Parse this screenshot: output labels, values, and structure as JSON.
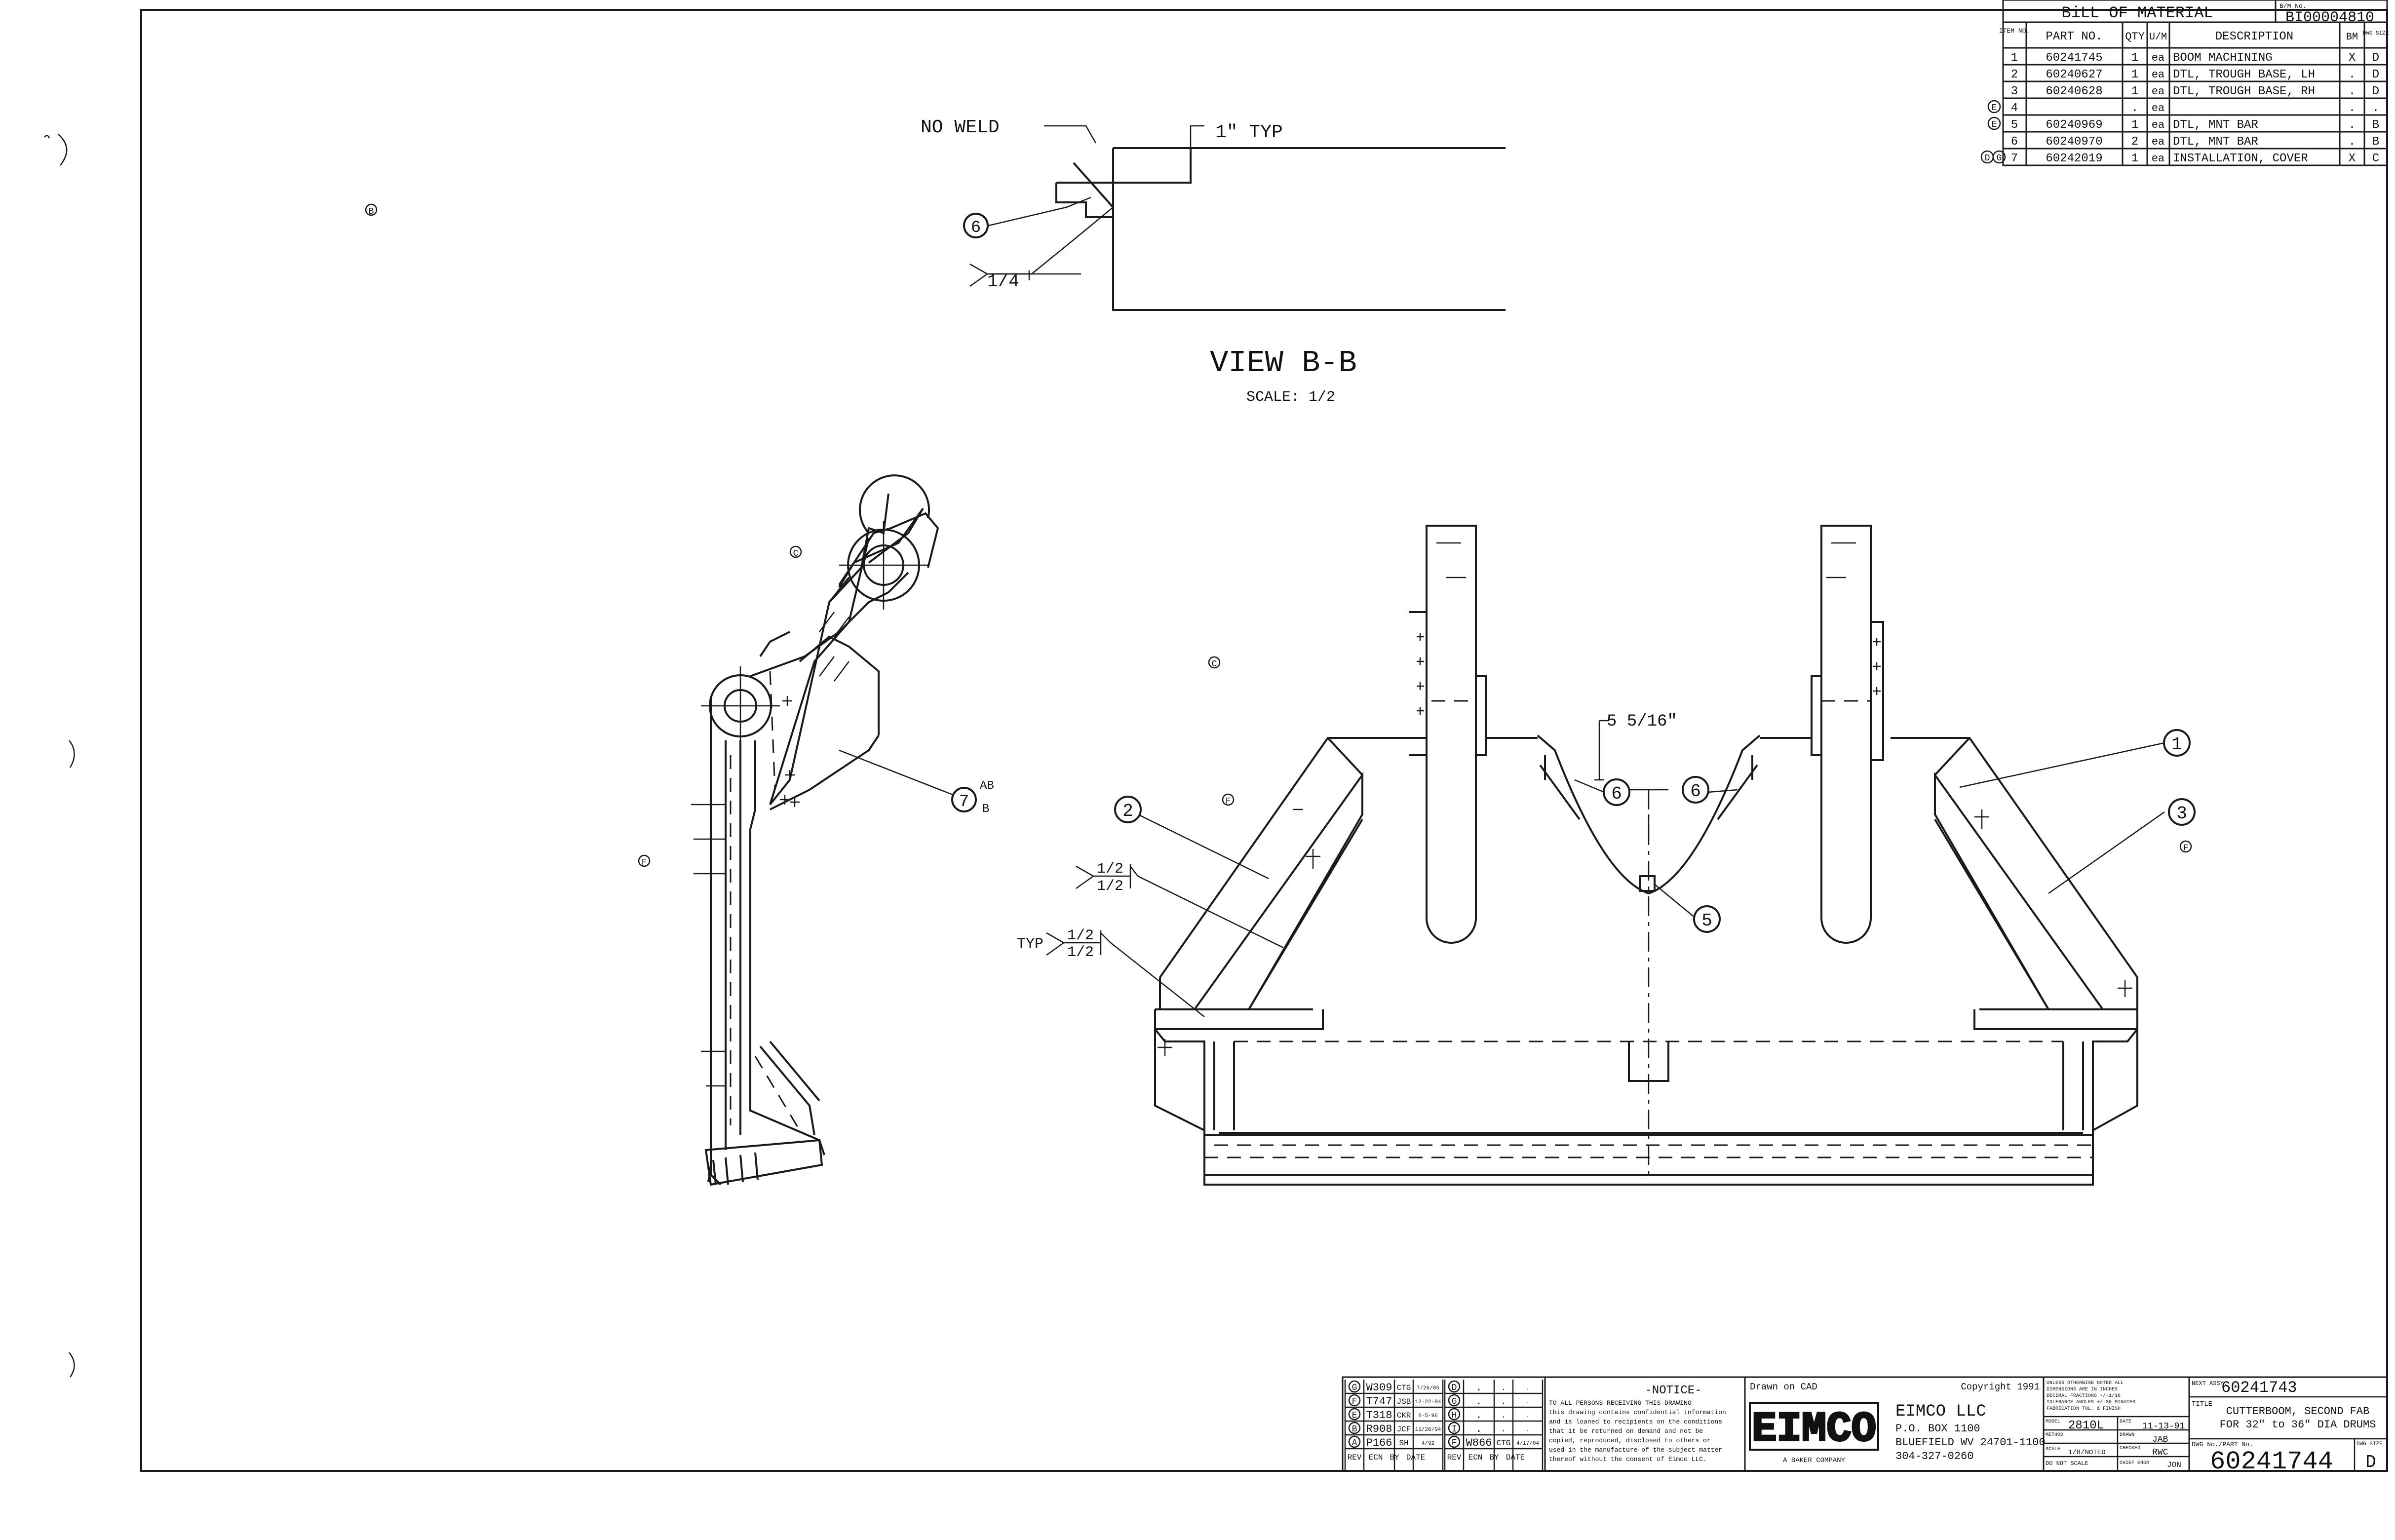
{
  "view": {
    "title": "VIEW B-B",
    "scale": "SCALE: 1/2",
    "no_weld": "NO WELD",
    "typ_1in": "1\" TYP",
    "fillet": "1/4",
    "bubble_6": "6"
  },
  "callouts": {
    "dim_5_5_16": "5 5/16\"",
    "b1": "1",
    "b2": "2",
    "b3": "3",
    "b5": "5",
    "b6": "6",
    "b7": "7",
    "weld_a_top": "1/2",
    "weld_a_bot": "1/2",
    "weld_b_top": "1/2",
    "weld_b_bot": "1/2",
    "typ": "TYP"
  },
  "rev_letters": {
    "r1": "B",
    "r2": "C",
    "r3": "C",
    "r4": "F",
    "r5": "F",
    "r6": "AB",
    "r7": "D"
  },
  "bom": {
    "title": "BiLL OF MATERIAL",
    "bm_label": "B/M No.",
    "bm_no": "BI00004810",
    "headers": [
      "ITEM NO.",
      "PART NO.",
      "QTY",
      "U/M",
      "DESCRIPTION",
      "BM",
      "DWG SIZE"
    ],
    "rows": [
      {
        "rev": "",
        "item": "1",
        "part": "60241745",
        "qty": "1",
        "um": "ea",
        "desc": "BOOM MACHINING",
        "bm": "X",
        "size": "D"
      },
      {
        "rev": "",
        "item": "2",
        "part": "60240627",
        "qty": "1",
        "um": "ea",
        "desc": "DTL, TROUGH BASE, LH",
        "bm": ".",
        "size": "D"
      },
      {
        "rev": "",
        "item": "3",
        "part": "60240628",
        "qty": "1",
        "um": "ea",
        "desc": "DTL, TROUGH BASE, RH",
        "bm": ".",
        "size": "D"
      },
      {
        "rev": "E",
        "item": "4",
        "part": "",
        "qty": ".",
        "um": "ea",
        "desc": "",
        "bm": ".",
        "size": "."
      },
      {
        "rev": "E",
        "item": "5",
        "part": "60240969",
        "qty": "1",
        "um": "ea",
        "desc": "DTL, MNT BAR",
        "bm": ".",
        "size": "B"
      },
      {
        "rev": "",
        "item": "6",
        "part": "60240970",
        "qty": "2",
        "um": "ea",
        "desc": "DTL, MNT BAR",
        "bm": ".",
        "size": "B"
      },
      {
        "rev": "DG",
        "item": "7",
        "part": "60242019",
        "qty": "1",
        "um": "ea",
        "desc": "INSTALLATION, COVER",
        "bm": "X",
        "size": "C"
      }
    ]
  },
  "revisions": {
    "left": [
      {
        "rev": "G",
        "ecn": "W309",
        "by": "CTG",
        "date": "7/26/05"
      },
      {
        "rev": "F",
        "ecn": "T747",
        "by": "JSB",
        "date": "12-22-94"
      },
      {
        "rev": "E",
        "ecn": "T318",
        "by": "CKR",
        "date": "8-5-96"
      },
      {
        "rev": "B",
        "ecn": "R908",
        "by": "JCF",
        "date": "11/20/94"
      },
      {
        "rev": "A",
        "ecn": "P166",
        "by": "SH",
        "date": "4/92"
      }
    ],
    "right": [
      {
        "rev": "D",
        "ecn": ".",
        "by": ".",
        "date": "."
      },
      {
        "rev": "G",
        "ecn": ".",
        "by": ".",
        "date": "."
      },
      {
        "rev": "H",
        "ecn": ".",
        "by": ".",
        "date": "."
      },
      {
        "rev": "I",
        "ecn": ".",
        "by": ".",
        "date": "."
      },
      {
        "rev": "F",
        "ecn": "W866",
        "by": "CTG",
        "date": "4/17/04"
      }
    ],
    "footer": [
      "REV",
      "ECN",
      "BY",
      "DATE",
      "REV",
      "ECN",
      "BY",
      "DATE"
    ]
  },
  "notice": {
    "title": "-NOTICE-",
    "lines": [
      "TO ALL PERSONS RECEIVING THIS DRAWING",
      "this drawing contains confidential information",
      "and is loaned to recipients on the conditions",
      "that it be returned on demand and not be",
      "copied, reproduced, disclosed to others or",
      "used in the manufacture of the subject matter",
      "thereof without the consent of Eimco LLC."
    ]
  },
  "company": {
    "drawn_on": "Drawn on CAD",
    "copyright": "Copyright 1991",
    "logo": "EIMCO",
    "logo_sub": "A BAKER COMPANY",
    "name": "EIMCO LLC",
    "address1": "P.O. BOX 1100",
    "address2": "BLUEFIELD WV 24701-1100",
    "phone": "304-327-0260"
  },
  "titleblock": {
    "tol_lines": [
      "UNLESS OTHERWISE NOTED ALL",
      "DIMENSIONS ARE IN INCHES",
      "DECIMAL   FRACTIONS +/-1/16",
      "TOLERANCE  ANGLES +/-30 MINUTES",
      "FABRICATION TOL. & FINISH"
    ],
    "model_label": "MODEL",
    "model": "2810L",
    "date_label": "DATE",
    "date": "11-13-91",
    "method_label": "METHOD",
    "drawn_label": "DRAWN",
    "drawn": "JAB",
    "scale_label": "SCALE",
    "scale": "1/8/NOTED",
    "checked_label": "CHECKED",
    "checked": "RWC",
    "dns": "DO NOT SCALE",
    "chief_label": "CHIEF ENGR",
    "chief": "JON",
    "next_label": "NEXT ASSY.",
    "next": "60241743",
    "title_label": "TITLE",
    "title1": "CUTTERBOOM, SECOND FAB",
    "title2": "FOR 32\" to 36\" DIA DRUMS",
    "dwg_label": "DWG No./PART No.",
    "dwg": "60241744",
    "size_label": "DWG SIZE",
    "size": "D"
  }
}
